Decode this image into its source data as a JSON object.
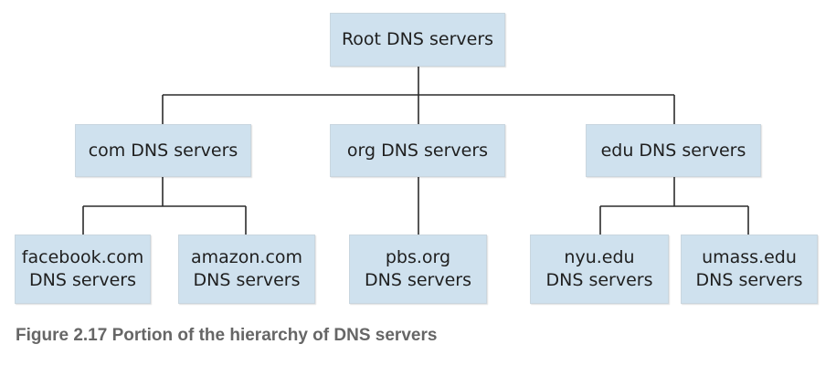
{
  "diagram": {
    "root": {
      "label": "Root DNS servers"
    },
    "tld": [
      {
        "label": "com DNS servers"
      },
      {
        "label": "org DNS servers"
      },
      {
        "label": "edu DNS servers"
      }
    ],
    "authoritative": [
      {
        "line1": "facebook.com",
        "line2": "DNS servers"
      },
      {
        "line1": "amazon.com",
        "line2": "DNS servers"
      },
      {
        "line1": "pbs.org",
        "line2": "DNS servers"
      },
      {
        "line1": "nyu.edu",
        "line2": "DNS servers"
      },
      {
        "line1": "umass.edu",
        "line2": "DNS servers"
      }
    ],
    "edges": [
      {
        "from": "root",
        "to": "com"
      },
      {
        "from": "root",
        "to": "org"
      },
      {
        "from": "root",
        "to": "edu"
      },
      {
        "from": "com",
        "to": "facebook.com"
      },
      {
        "from": "com",
        "to": "amazon.com"
      },
      {
        "from": "org",
        "to": "pbs.org"
      },
      {
        "from": "edu",
        "to": "nyu.edu"
      },
      {
        "from": "edu",
        "to": "umass.edu"
      }
    ],
    "colors": {
      "box_fill": "#cfe1ee",
      "connector": "#2b2b2b",
      "caption_text": "#666666"
    }
  },
  "caption": "Figure 2.17 Portion of the hierarchy of DNS servers"
}
